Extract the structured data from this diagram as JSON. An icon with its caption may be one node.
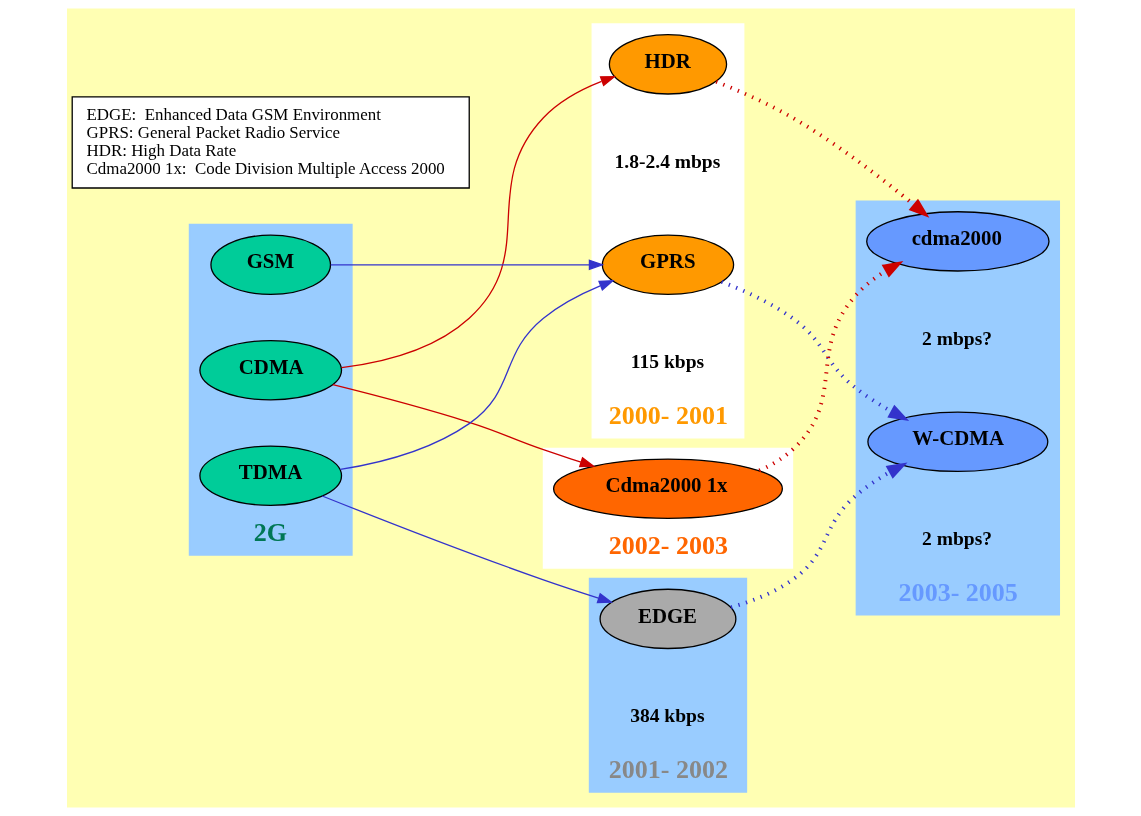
{
  "diagram": {
    "nodes": [
      {
        "text": [
          "2G"
        ]
      },
      {
        "text": [
          "2000- 2001"
        ]
      },
      {
        "text": [
          "2001- 2002"
        ]
      },
      {
        "text": [
          "2002- 2003"
        ]
      },
      {
        "text": [
          "2003- 2005"
        ]
      },
      {
        "text": [
          "EDGE:  Enhanced Data GSM Environment",
          "GPRS: General Packet Radio Service",
          "HDR: High Data Rate",
          "Cdma2000 1x:  Code Division Multiple Access 2000"
        ]
      },
      {
        "text": [
          "CDMA"
        ],
        "in": 0
      },
      {
        "text": [
          "GSM"
        ],
        "in": 0
      },
      {
        "text": [
          "TDMA"
        ],
        "in": 0
      },
      {
        "text": [
          "HDR"
        ],
        "in": 1,
        "beside": [
          "1.8-2.4 mbps"
        ]
      },
      {
        "text": [
          "GPRS"
        ],
        "in": 1,
        "beside": [
          "115 kbps"
        ]
      },
      {
        "text": [
          "EDGE"
        ],
        "in": 2,
        "beside": [
          "384 kbps"
        ]
      },
      {
        "text": [
          "Cdma2000 1x"
        ],
        "in": 3
      },
      {
        "text": [
          "cdma2000"
        ],
        "in": 4,
        "beside": [
          "2 mbps?"
        ]
      },
      {
        "text": [
          "W-CDMA"
        ],
        "in": 4,
        "beside": [
          "2 mbps?"
        ]
      }
    ],
    "edges": [
      {
        "from": 6,
        "to": 9,
        "arrow": "to",
        "color": "#cc0000"
      },
      {
        "from": 6,
        "to": 12,
        "arrow": "to",
        "color": "#cc0000"
      },
      {
        "from": 9,
        "to": 13,
        "arrow": "to",
        "style": "dashed",
        "color": "#cc0000"
      },
      {
        "from": 12,
        "to": 13,
        "arrow": "to",
        "style": "dashed",
        "color": "#cc0000"
      },
      {
        "from": 7,
        "to": 10,
        "arrow": "to"
      },
      {
        "from": 8,
        "to": 10,
        "arrow": "to"
      },
      {
        "from": 8,
        "to": 11,
        "arrow": "to"
      },
      {
        "from": 10,
        "to": 14,
        "arrow": "to",
        "style": "dashed"
      },
      {
        "from": 11,
        "to": 14,
        "arrow": "to",
        "style": "dashed"
      }
    ]
  }
}
